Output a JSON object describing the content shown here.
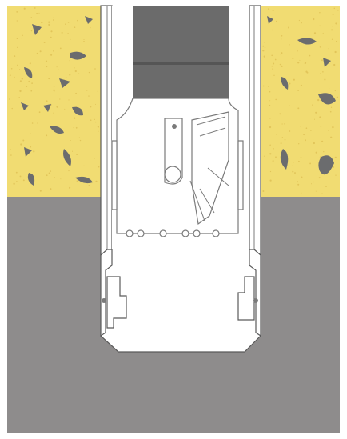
{
  "figure": {
    "subject": "drill-bit-in-cased-borehole",
    "labels": []
  },
  "colors": {
    "soil": "#f1dc72",
    "soil_speck": "#e2c55a",
    "pebble": "#6b6c6e",
    "rock": "#8e8c8c",
    "rock_edge": "#7e7c7c",
    "casing": "#ffffff",
    "casing_outline": "#5a5a5a",
    "drill_rod": "#6b6b6b",
    "drill_rod_dark": "#555555",
    "bit_body": "#ffffff",
    "bit_outline": "#7a7a7a",
    "frame": "#ffffff"
  },
  "icons": {
    "soil_pebbles": "pebble-shapes",
    "drill_bit": "tricone-bit",
    "casing_shoe": "casing-shoe"
  }
}
